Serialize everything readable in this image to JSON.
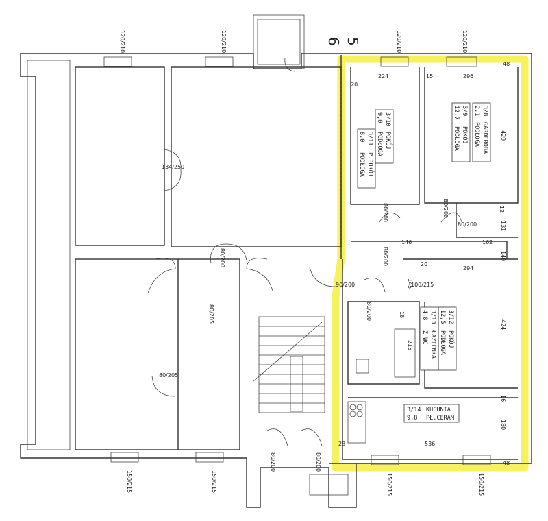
{
  "axes": {
    "left": "6",
    "right": "5"
  },
  "colors": {
    "highlight": "#f5ef4a",
    "wall": "#333333"
  },
  "rooms": [
    {
      "id": "3/10",
      "name": "POKÓJ",
      "floor": "PODŁOGA",
      "area": "9,0"
    },
    {
      "id": "3/11",
      "name": "P.POKÓJ",
      "floor": "PODŁOGA",
      "area": "8,0"
    },
    {
      "id": "3/9",
      "name": "POKÓJ",
      "floor": "PODŁOGA",
      "area": "12,7"
    },
    {
      "id": "3/8",
      "name": "GARDEROBA",
      "floor": "PODŁOGA",
      "area": "2,1"
    },
    {
      "id": "3/12",
      "name": "POKÓJ",
      "floor": "PODŁOGA",
      "area": "12,5"
    },
    {
      "id": "3/13",
      "name": "ŁAZIENKA",
      "floor": "Z WC",
      "area": "4,8"
    },
    {
      "id": "3/14",
      "name": "KUCHNIA",
      "floor": "PŁ.CERAM",
      "area": "9,8"
    }
  ],
  "window_top_labels": [
    "120/210",
    "120/210",
    "120/210",
    "120/210"
  ],
  "window_bottom_labels": [
    "150/215",
    "150/215",
    "150/215",
    "150/215"
  ],
  "door_labels": [
    "134/250",
    "80/200",
    "80/200",
    "80/200",
    "80/200",
    "90/200",
    "100/215",
    "80/200",
    "80/205",
    "80/205",
    "80/200",
    "80/200",
    "80/200"
  ],
  "dims": {
    "d224": "224",
    "d15": "15",
    "d296": "296",
    "d48a": "48",
    "d20a": "20",
    "d429": "429",
    "d12": "12",
    "d131": "131",
    "d146": "146",
    "d162": "162",
    "d140": "140",
    "d20b": "20",
    "d294": "294",
    "d145": "145",
    "d18": "18",
    "d215": "215",
    "d424": "424",
    "d16": "16",
    "d180": "180",
    "d28": "28",
    "d536": "536",
    "d48b": "48"
  }
}
